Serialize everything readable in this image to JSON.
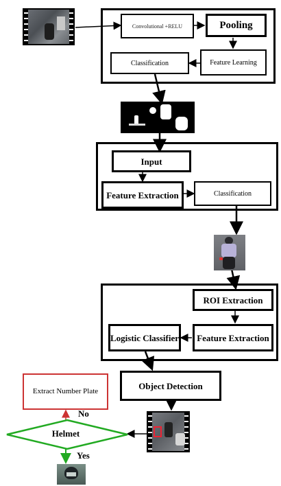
{
  "nodes": {
    "conv": "Convolutional +RELU",
    "pooling": "Pooling",
    "feature_learning": "Feature Learning",
    "classification1": "Classification",
    "input": "Input",
    "feature_extraction1": "Feature Extraction",
    "classification2": "Classification",
    "roi_extraction": "ROI Extraction",
    "feature_extraction2": "Feature Extraction",
    "logistic_classifier": "Logistic Classifier",
    "object_detection": "Object Detection",
    "extract_number_plate": "Extract Number Plate",
    "helmet": "Helmet"
  },
  "edge_labels": {
    "no": "No",
    "yes": "Yes"
  },
  "colors": {
    "stroke": "#000000",
    "extract_box": "#cc3333",
    "decision": "#22aa22"
  },
  "images": [
    "input-video-frame",
    "binary-mask-frame",
    "motorcyclist-crop",
    "traffic-frame-detected",
    "helmet-head-crop"
  ]
}
